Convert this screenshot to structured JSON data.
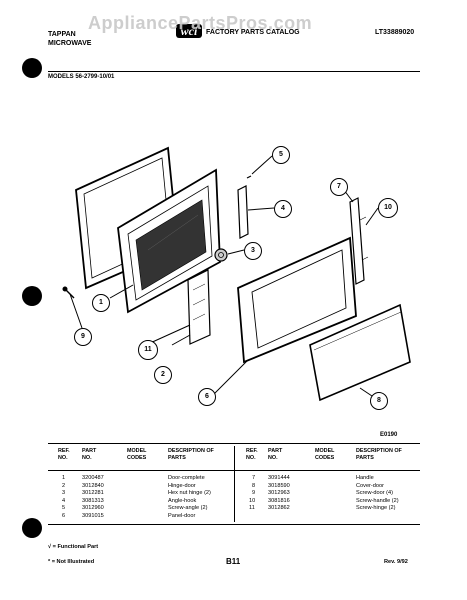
{
  "header": {
    "brand_line1": "TAPPAN",
    "brand_line2": "MICROWAVE",
    "catalog_title": "FACTORY PARTS CATALOG",
    "catalog_number": "LT33889020",
    "models_line": "MODELS 56-2799-10/01",
    "watermark": "AppliancePartsPros.com"
  },
  "diagram": {
    "id": "E0190",
    "callouts": [
      "1",
      "2",
      "3",
      "4",
      "5",
      "6",
      "7",
      "8",
      "9",
      "10",
      "11"
    ]
  },
  "parts_table": {
    "columns": [
      "REF. NO.",
      "PART NO.",
      "MODEL CODES",
      "DESCRIPTION OF PARTS"
    ],
    "left": [
      {
        "ref": "1",
        "part": "3200487",
        "desc": "Door-complete"
      },
      {
        "ref": "2",
        "part": "3012840",
        "desc": "Hinge-door"
      },
      {
        "ref": "3",
        "part": "3012281",
        "desc": "Hex nut hinge (2)"
      },
      {
        "ref": "4",
        "part": "3081313",
        "desc": "Angle-hook"
      },
      {
        "ref": "5",
        "part": "3012960",
        "desc": "Screw-angle (2)"
      },
      {
        "ref": "6",
        "part": "3091015",
        "desc": "Panel-door"
      }
    ],
    "right": [
      {
        "ref": "7",
        "part": "3091444",
        "desc": "Handle"
      },
      {
        "ref": "8",
        "part": "3018590",
        "desc": "Cover-door"
      },
      {
        "ref": "9",
        "part": "3012963",
        "desc": "Screw-door (4)"
      },
      {
        "ref": "10",
        "part": "3081816",
        "desc": "Screw-handle (2)"
      },
      {
        "ref": "11",
        "part": "3012862",
        "desc": "Screw-hinge (2)"
      }
    ]
  },
  "footer": {
    "note1": "√ = Functional Part",
    "note2": "* = Not Illustrated",
    "page": "B11",
    "rev": "Rev. 9/92"
  }
}
